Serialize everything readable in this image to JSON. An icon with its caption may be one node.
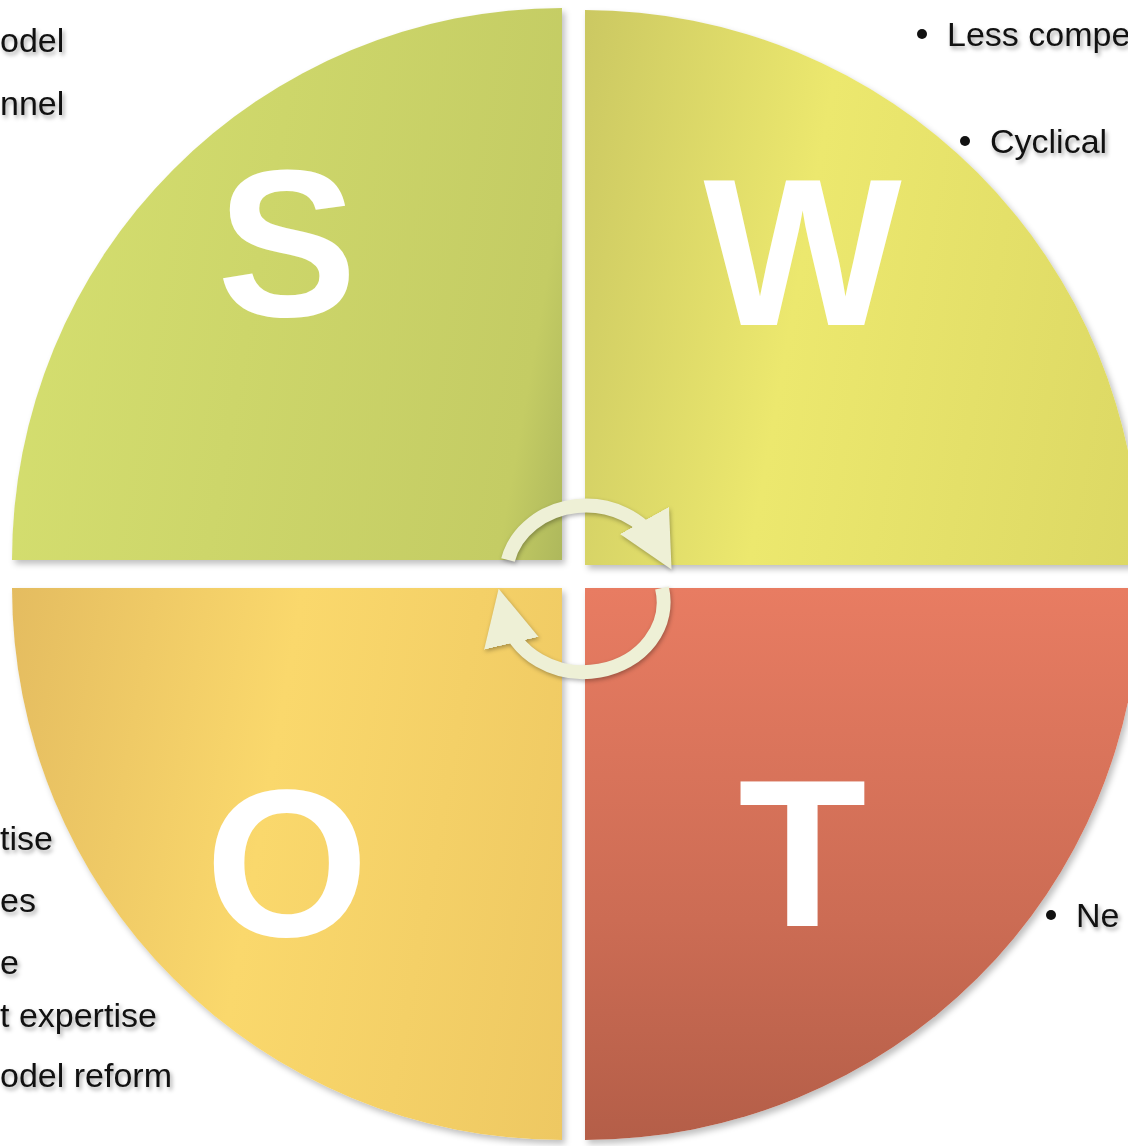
{
  "diagram": {
    "nodes": [
      {
        "text": [
          "S"
        ]
      },
      {
        "text": [
          "W"
        ]
      },
      {
        "text": [
          "O"
        ]
      },
      {
        "text": [
          "T"
        ]
      }
    ],
    "edges": [
      {
        "from": 0,
        "to": 1,
        "arrow": "to"
      },
      {
        "from": 3,
        "to": 2,
        "arrow": "to"
      }
    ],
    "labels": [
      "Less compe",
      "odel",
      "nnel",
      "Cyclical",
      "tise",
      "es",
      "Ne",
      "e",
      "t expertise",
      "odel reform"
    ]
  }
}
